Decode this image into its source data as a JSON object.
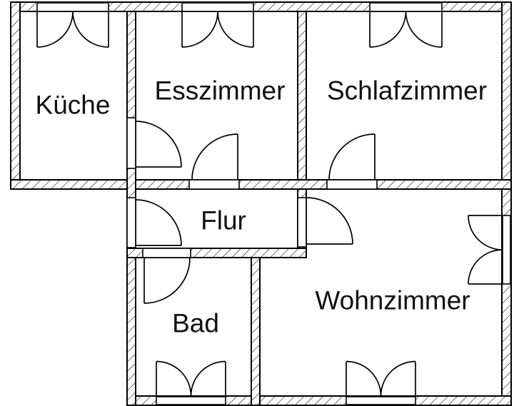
{
  "floorplan": {
    "background_color": "#ffffff",
    "line_color": "#000000",
    "label_color": "#111111",
    "rooms": {
      "kueche": {
        "label": "Küche"
      },
      "esszimmer": {
        "label": "Esszimmer"
      },
      "schlafzimmer": {
        "label": "Schlafzimmer"
      },
      "flur": {
        "label": "Flur"
      },
      "bad": {
        "label": "Bad"
      },
      "wohnzimmer": {
        "label": "Wohnzimmer"
      }
    }
  }
}
